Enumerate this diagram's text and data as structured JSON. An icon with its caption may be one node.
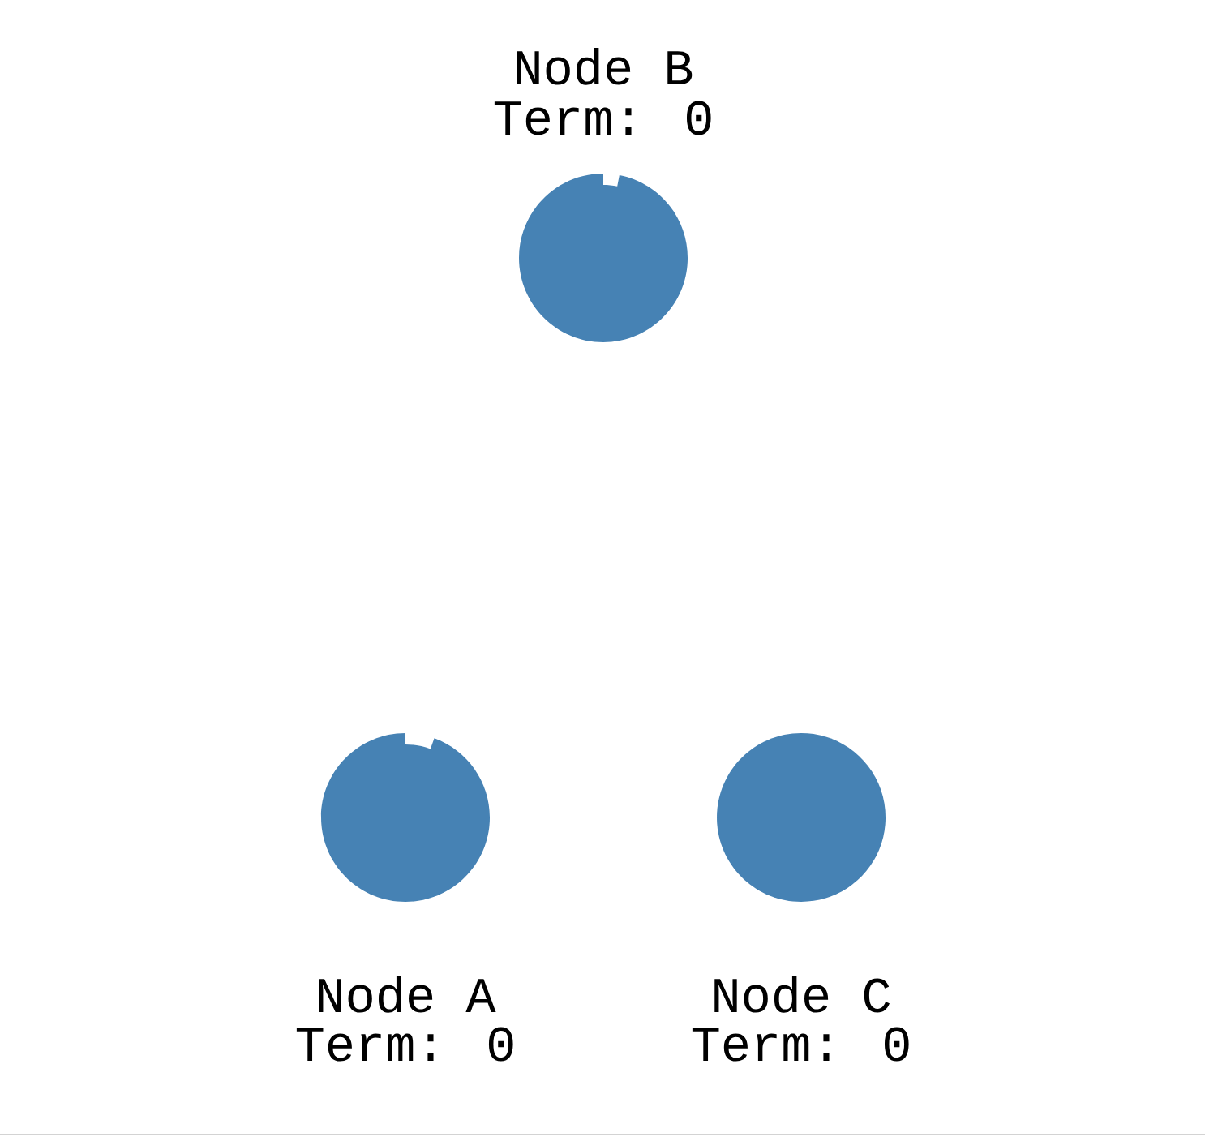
{
  "diagram": {
    "nodes": [
      {
        "text": [
          "Node B",
          "Term: 0"
        ]
      },
      {
        "text": [
          "Node A",
          "Term: 0"
        ]
      },
      {
        "text": [
          "Node C",
          "Term: 0"
        ]
      }
    ]
  }
}
